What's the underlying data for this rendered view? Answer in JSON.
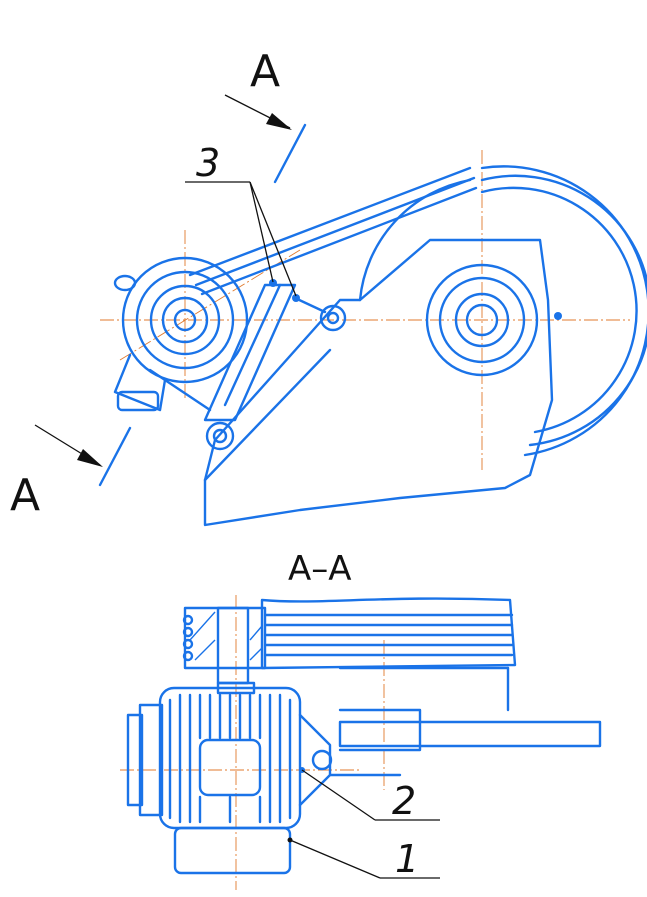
{
  "labels": {
    "section_top": "A",
    "section_bottom": "A",
    "section_view_title": "A–A",
    "callout_3": "3",
    "callout_2": "2",
    "callout_1": "1"
  },
  "colors": {
    "line": "#1a73e8",
    "centerline": "#e07a2e",
    "leader": "#111111"
  }
}
